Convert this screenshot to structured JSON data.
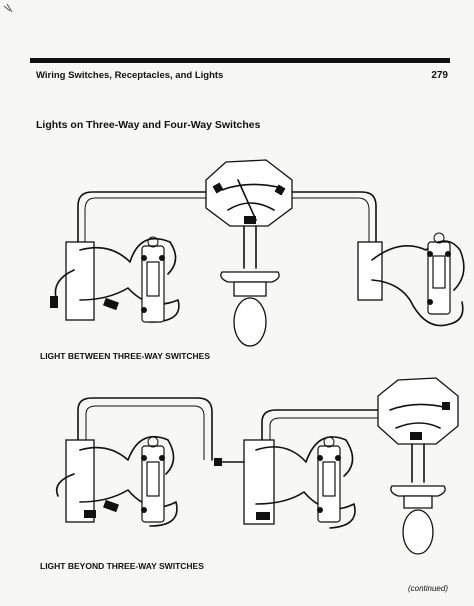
{
  "header": {
    "title": "Wiring Switches, Receptacles, and Lights",
    "page_number": "279"
  },
  "section": {
    "title": "Lights on Three-Way and Four-Way Switches"
  },
  "diagrams": [
    {
      "caption": "LIGHT BETWEEN THREE-WAY SWITCHES"
    },
    {
      "caption": "LIGHT BEYOND THREE-WAY SWITCHES"
    }
  ],
  "footer": {
    "continued": "(continued)"
  }
}
